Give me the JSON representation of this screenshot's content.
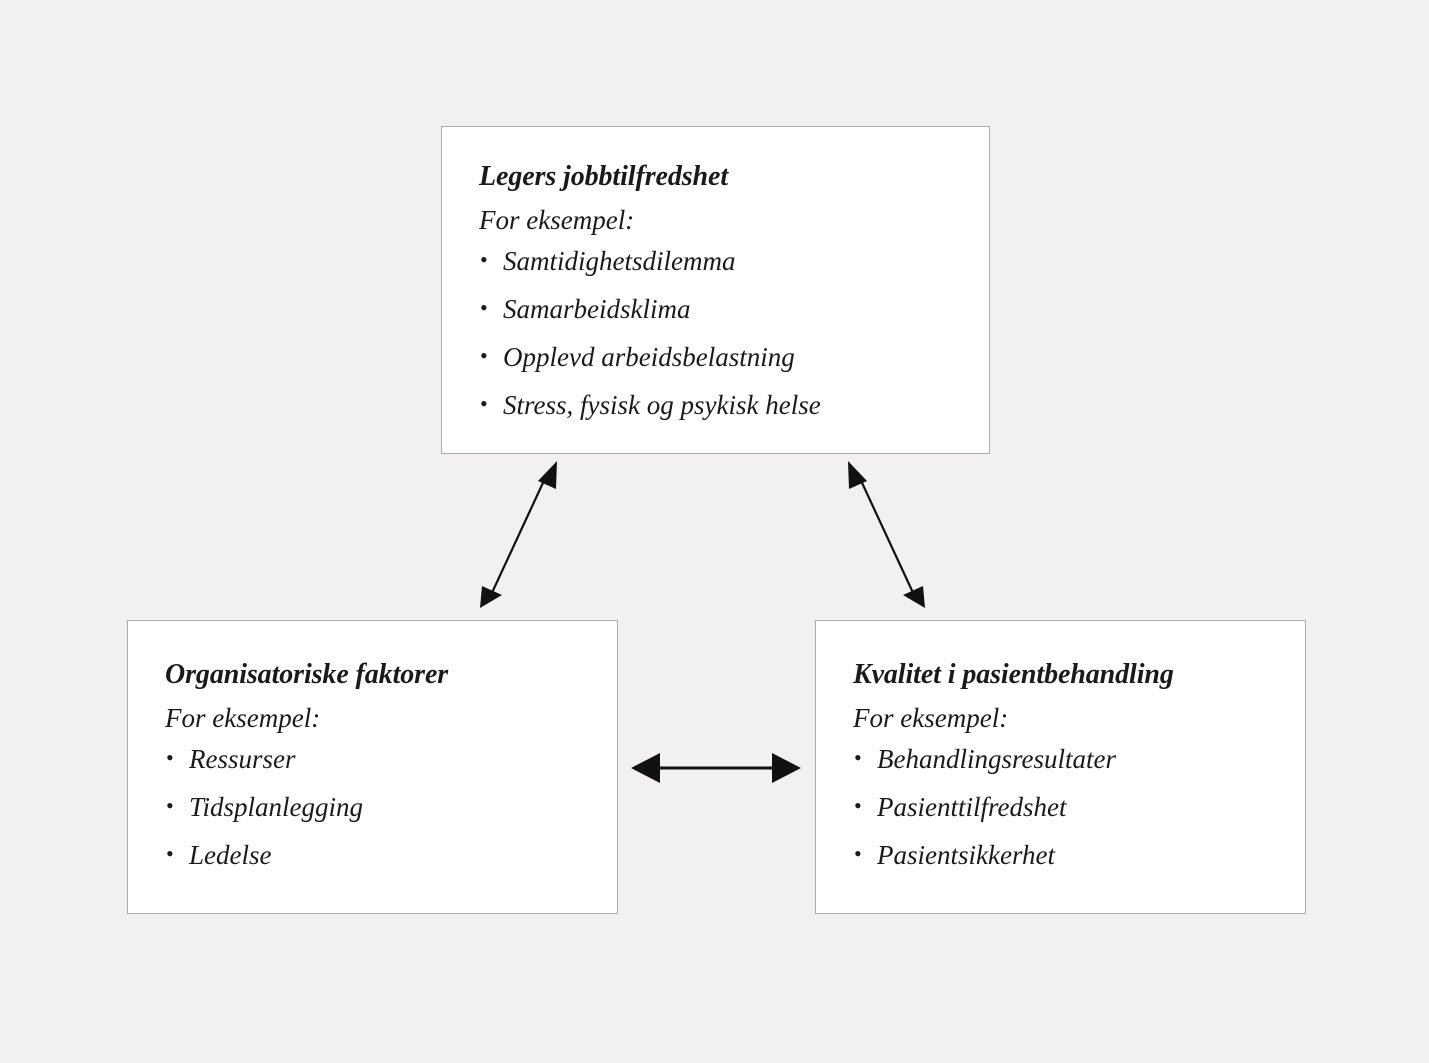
{
  "figure": {
    "type": "conceptual-diagram",
    "language": "no",
    "background_color": "#f2f1ef",
    "box_fill_color": "#ffffff",
    "box_border_color": "#acacaa",
    "text_color": "#1a1a1a",
    "arrow_color": "#111111"
  },
  "nodes": {
    "top": {
      "title": "Legers jobbtilfredshet",
      "subtitle": "For eksempel:",
      "items": [
        "Samtidighetsdilemma",
        "Samarbeidsklima",
        "Opplevd arbeidsbelastning",
        "Stress, fysisk og psykisk helse"
      ]
    },
    "bottom_left": {
      "title": "Organisatoriske faktorer",
      "subtitle": "For eksempel:",
      "items": [
        "Ressurser",
        "Tidsplanlegging",
        "Ledelse"
      ]
    },
    "bottom_right": {
      "title": "Kvalitet i pasientbehandling",
      "subtitle": "For eksempel:",
      "items": [
        "Behandlingsresultater",
        "Pasienttilfredshet",
        "Pasientsikkerhet"
      ]
    }
  },
  "connectors": [
    {
      "id": "top-to-bottom-left",
      "from": "top",
      "to": "bottom_left",
      "style": "double-headed",
      "orientation": "diagonal"
    },
    {
      "id": "top-to-bottom-right",
      "from": "top",
      "to": "bottom_right",
      "style": "double-headed",
      "orientation": "diagonal"
    },
    {
      "id": "bottom-left-to-bottom-right",
      "from": "bottom_left",
      "to": "bottom_right",
      "style": "double-headed",
      "orientation": "horizontal"
    }
  ]
}
